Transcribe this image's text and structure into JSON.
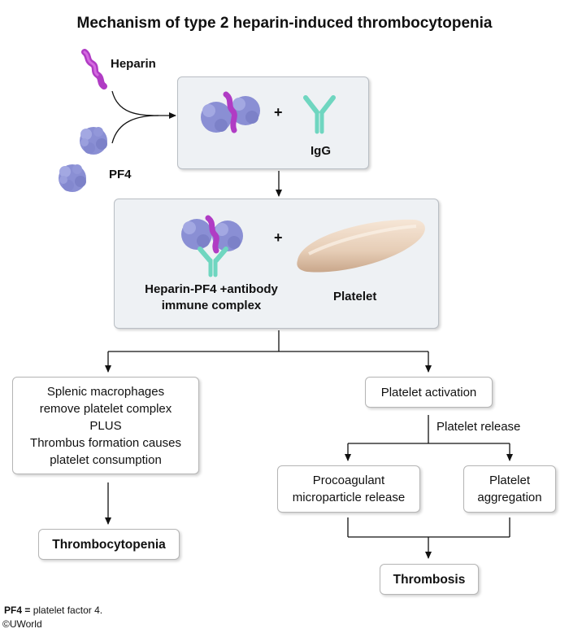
{
  "title": "Mechanism of type 2 heparin-induced thrombocytopenia",
  "inputs": {
    "heparin": "Heparin",
    "pf4": "PF4"
  },
  "panel1": {
    "plus": "+",
    "igg": "IgG"
  },
  "panel2": {
    "complex_line1": "Heparin-PF4 +antibody",
    "complex_line2": "immune complex",
    "plus": "+",
    "platelet": "Platelet"
  },
  "left_branch": {
    "lines": [
      "Splenic macrophages",
      "remove platelet complex",
      "PLUS",
      "Thrombus formation causes",
      "platelet consumption"
    ],
    "outcome": "Thrombocytopenia"
  },
  "right_branch": {
    "activation": "Platelet activation",
    "release_label": "Platelet release",
    "procoagulant_line1": "Procoagulant",
    "procoagulant_line2": "microparticle release",
    "aggregation_line1": "Platelet",
    "aggregation_line2": "aggregation",
    "outcome": "Thrombosis"
  },
  "footnote": {
    "abbr": "PF4 =",
    "text": " platelet factor 4.",
    "copyright": "©UWorld"
  },
  "colors": {
    "heparin": "#b03cc4",
    "pf4": "#8a8fd4",
    "igg": "#6fd6c0",
    "platelet": "#e6cdb6",
    "panel": "#eef1f4"
  }
}
